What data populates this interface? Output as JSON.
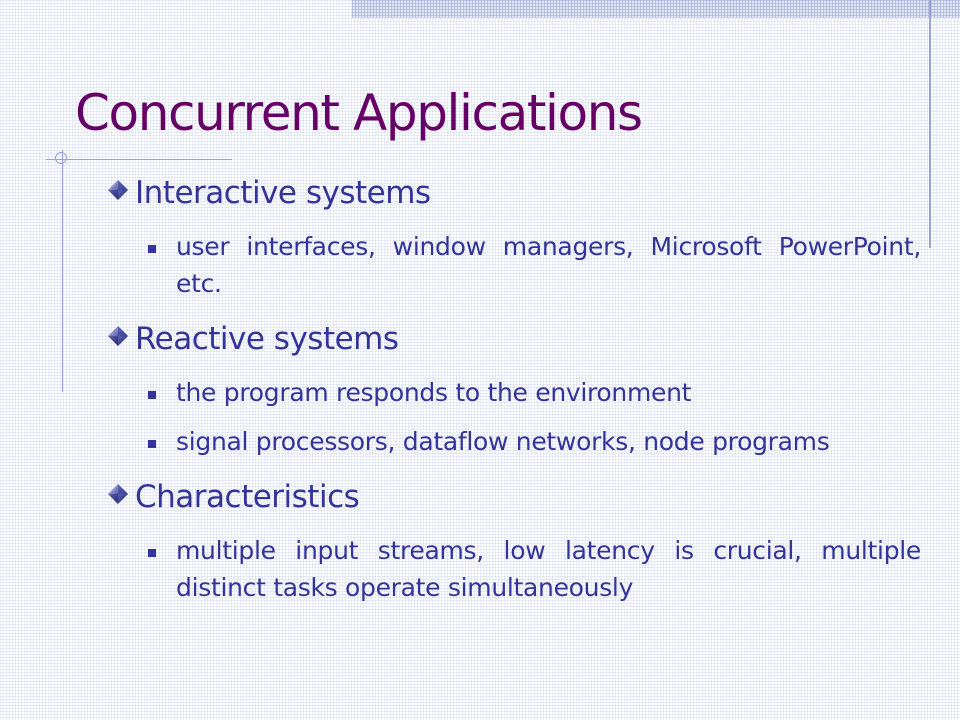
{
  "slide": {
    "title": "Concurrent Applications",
    "sections": [
      {
        "heading": "Interactive systems",
        "items": [
          "user interfaces, window managers, Microsoft PowerPoint, etc."
        ]
      },
      {
        "heading": "Reactive systems",
        "items": [
          "the program responds to the environment",
          "signal processors, dataflow networks, node programs"
        ]
      },
      {
        "heading": "Characteristics",
        "items": [
          "multiple input streams, low latency is crucial, multiple distinct tasks operate simultaneously"
        ]
      }
    ]
  },
  "colors": {
    "title": "#660066",
    "body_text": "#333399",
    "rule_lines": "#9aa3d6",
    "diamond_bullet": "#333399"
  },
  "icons": {
    "level1_bullet": "diamond-bullet-icon",
    "level2_bullet": "square-bullet-icon"
  }
}
